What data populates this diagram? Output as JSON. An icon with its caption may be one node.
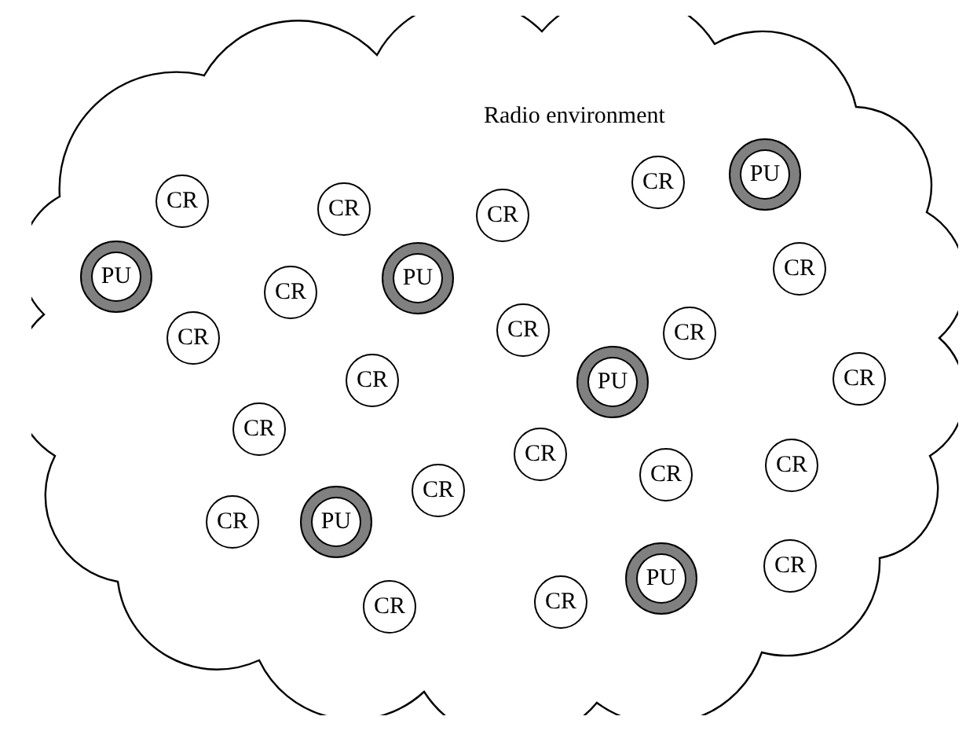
{
  "diagram": {
    "nodes": [
      {
        "text": [
          "Radio environment"
        ]
      },
      {
        "text": [
          "PU"
        ],
        "in": 0
      },
      {
        "text": [
          "CR"
        ],
        "in": 0
      },
      {
        "text": [
          "CR"
        ],
        "in": 0
      },
      {
        "text": [
          "CR"
        ],
        "in": 0
      },
      {
        "text": [
          "CR"
        ],
        "in": 0
      },
      {
        "text": [
          "CR"
        ],
        "in": 0
      },
      {
        "text": [
          "PU"
        ],
        "in": 0
      },
      {
        "text": [
          "PU"
        ],
        "in": 0
      },
      {
        "text": [
          "CR"
        ],
        "in": 0
      },
      {
        "text": [
          "CR"
        ],
        "in": 0
      },
      {
        "text": [
          "CR"
        ],
        "in": 0
      },
      {
        "text": [
          "CR"
        ],
        "in": 0
      },
      {
        "text": [
          "CR"
        ],
        "in": 0
      },
      {
        "text": [
          "CR"
        ],
        "in": 0
      },
      {
        "text": [
          "PU"
        ],
        "in": 0
      },
      {
        "text": [
          "CR"
        ],
        "in": 0
      },
      {
        "text": [
          "CR"
        ],
        "in": 0
      },
      {
        "text": [
          "CR"
        ],
        "in": 0
      },
      {
        "text": [
          "CR"
        ],
        "in": 0
      },
      {
        "text": [
          "CR"
        ],
        "in": 0
      },
      {
        "text": [
          "CR"
        ],
        "in": 0
      },
      {
        "text": [
          "PU"
        ],
        "in": 0
      },
      {
        "text": [
          "CR"
        ],
        "in": 0
      },
      {
        "text": [
          "PU"
        ],
        "in": 0
      },
      {
        "text": [
          "CR"
        ],
        "in": 0
      },
      {
        "text": [
          "CR"
        ],
        "in": 0
      }
    ]
  }
}
